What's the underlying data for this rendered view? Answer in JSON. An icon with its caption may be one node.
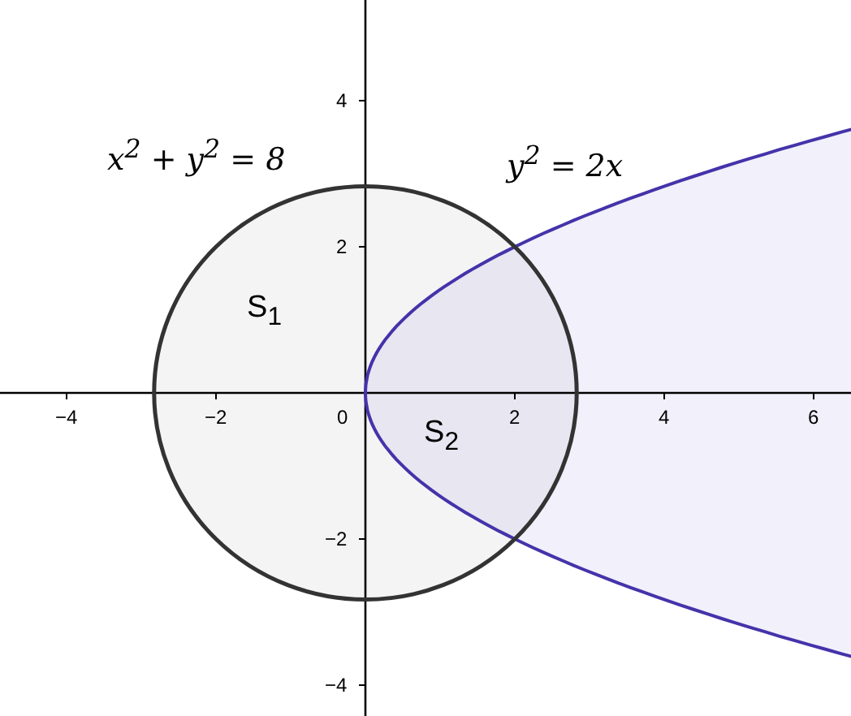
{
  "diagram": {
    "labels": [
      "x$^{2}$ + y$^{2}$ = 8",
      "y$^{2}$ = 2x",
      "S$_{1}$",
      "S$_{2}$",
      "−4",
      "−2",
      "0",
      "2",
      "4",
      "6",
      "4",
      "2",
      "−2",
      "−4"
    ]
  }
}
